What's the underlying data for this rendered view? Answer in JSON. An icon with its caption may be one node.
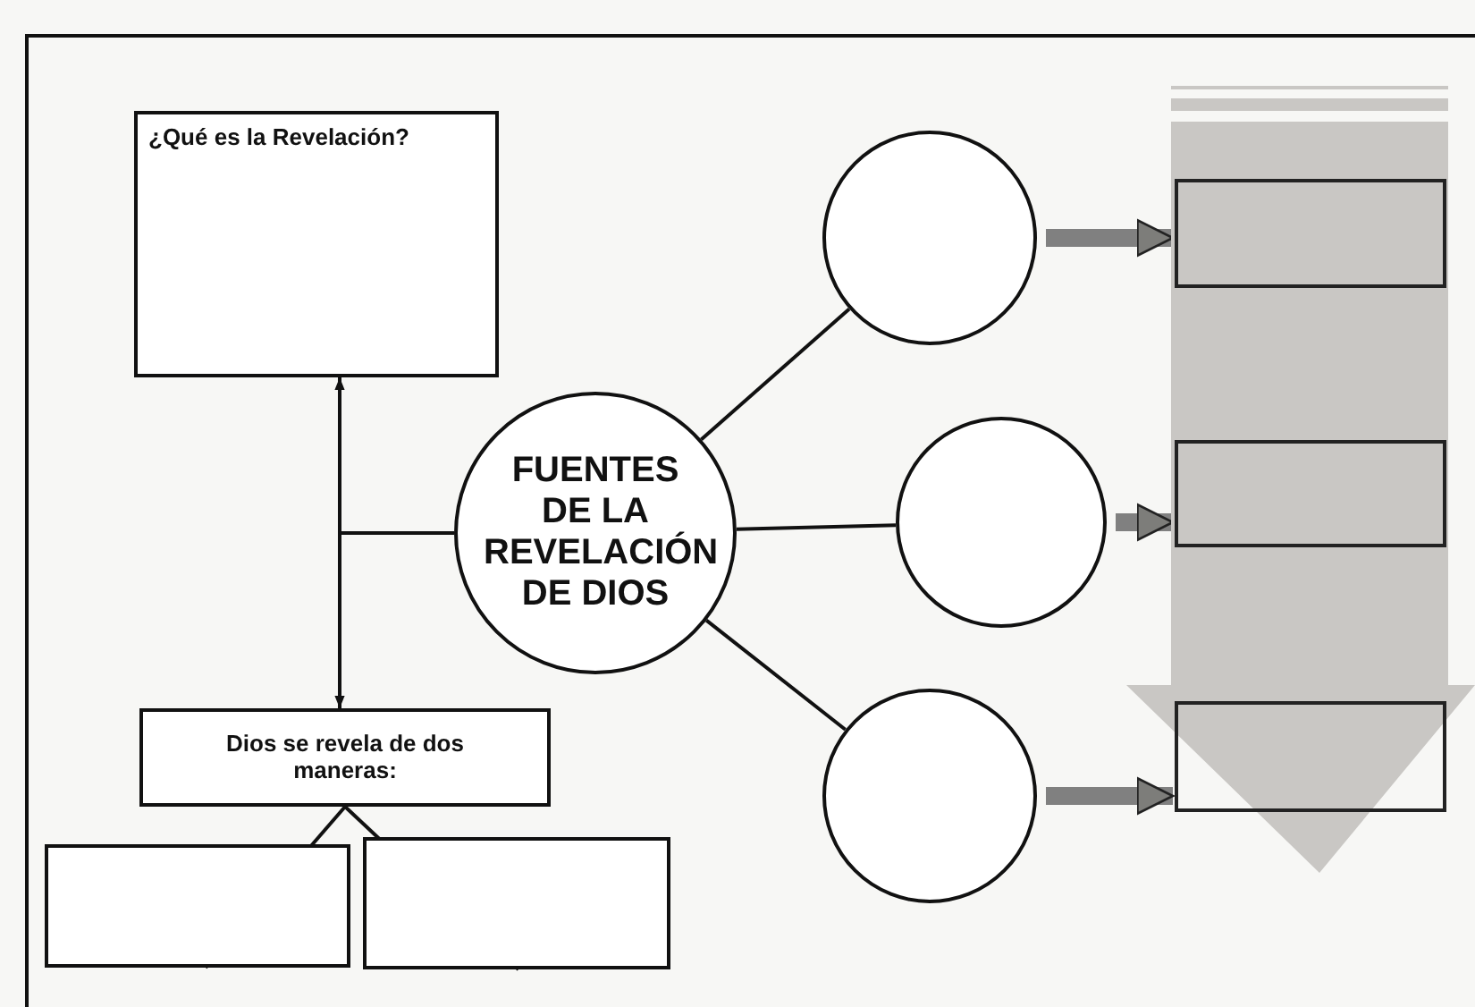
{
  "diagram": {
    "nodes": [
      {
        "text": [
          "¿Qué es la Revelación?"
        ]
      },
      {
        "text": [
          "FUENTES DE LA REVELACIÓN DE DIOS"
        ]
      },
      {
        "text": [
          "Dios se revela de dos maneras:"
        ]
      },
      {
        "text": [],
        "shape": "box"
      },
      {
        "text": [],
        "shape": "box"
      },
      {
        "text": [],
        "shape": "circle"
      },
      {
        "text": [],
        "shape": "circle"
      },
      {
        "text": [],
        "shape": "circle"
      },
      {
        "text": [],
        "shape": "arrow"
      },
      {
        "text": [],
        "shape": "box",
        "in": 8
      },
      {
        "text": [],
        "shape": "box",
        "in": 8
      },
      {
        "text": [],
        "shape": "box",
        "in": 8
      }
    ],
    "edges": [
      {
        "from": 1,
        "to": 0,
        "arrow": "to"
      },
      {
        "from": 1,
        "to": 2,
        "arrow": "to"
      },
      {
        "from": 2,
        "to": 3,
        "arrow": "none"
      },
      {
        "from": 2,
        "to": 4,
        "arrow": "none"
      },
      {
        "from": 1,
        "to": 5,
        "arrow": "none"
      },
      {
        "from": 1,
        "to": 6,
        "arrow": "none"
      },
      {
        "from": 1,
        "to": 7,
        "arrow": "none"
      },
      {
        "from": 5,
        "to": 9,
        "arrow": "to",
        "style": "thick",
        "color": "#808080"
      },
      {
        "from": 6,
        "to": 10,
        "arrow": "to",
        "style": "thick",
        "color": "#808080"
      },
      {
        "from": 7,
        "to": 11,
        "arrow": "to",
        "style": "thick",
        "color": "#808080"
      }
    ]
  }
}
